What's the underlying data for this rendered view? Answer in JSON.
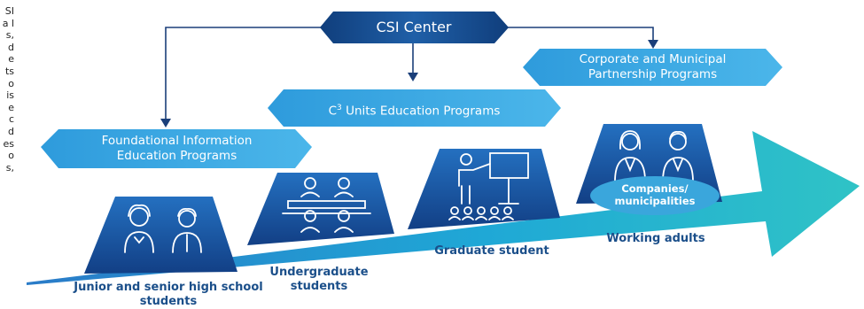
{
  "sidebar_fragment": [
    "SI",
    "a l",
    "s,",
    "d",
    "e",
    "ts",
    "o",
    "is",
    "e",
    "c",
    "d",
    "es",
    "o",
    "s,"
  ],
  "center": {
    "label": "CSI Center"
  },
  "programs": {
    "corporate": [
      "Corporate and Municipal",
      "Partnership Programs"
    ],
    "c3": {
      "prefix": "C",
      "sup": "3",
      "rest": " Units Education Programs"
    },
    "foundational": [
      "Foundational Information",
      "Education Programs"
    ]
  },
  "audiences": {
    "high_school": [
      "Junior and senior high school",
      "students"
    ],
    "undergraduate": [
      "Undergraduate",
      "students"
    ],
    "graduate": "Graduate student",
    "working": "Working adults",
    "companies_badge": [
      "Companies/",
      "municipalities"
    ]
  },
  "colors": {
    "dark_blue": "#1a4f8f",
    "mid_blue": "#2a86d0",
    "light_blue": "#36a8e3",
    "teal": "#2fc0c8",
    "label_text": "#1b4f8a"
  },
  "icons": [
    "student-pair-icon",
    "group-table-icon",
    "lecture-icon",
    "business-people-icon"
  ]
}
